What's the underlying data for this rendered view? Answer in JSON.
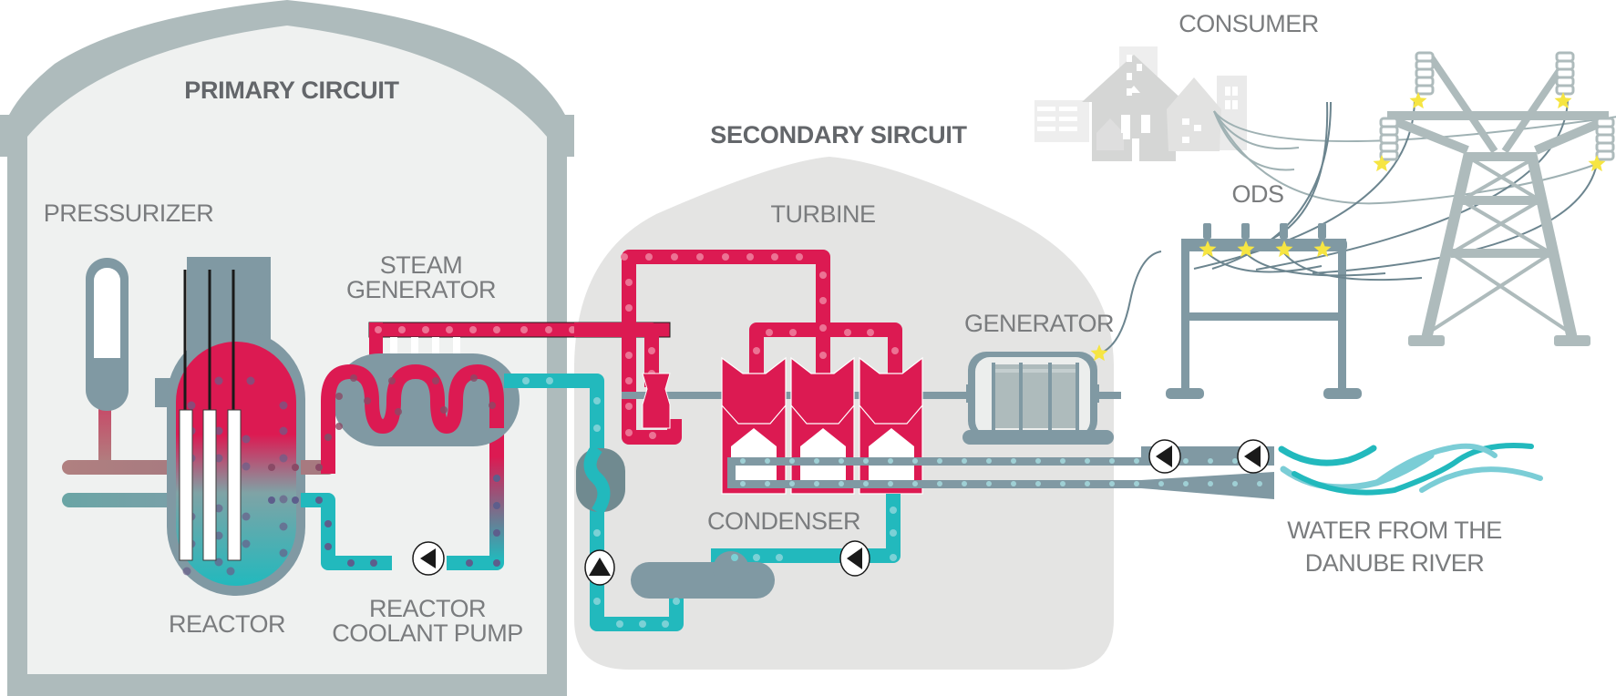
{
  "diagram": {
    "title_primary": "PRIMARY CIRCUIT",
    "title_secondary": "SECONDARY SIRCUIT",
    "labels": {
      "pressurizer": "PRESSURIZER",
      "reactor": "REACTOR",
      "steam_generator_1": "STEAM",
      "steam_generator_2": "GENERATOR",
      "reactor_coolant_pump_1": "REACTOR",
      "reactor_coolant_pump_2": "COOLANT PUMP",
      "turbine": "TURBINE",
      "generator": "GENERATOR",
      "condenser": "CONDENSER",
      "consumer": "CONSUMER",
      "ods": "ODS",
      "water_1": "WATER FROM THE",
      "water_2": "DANUBE RIVER"
    },
    "icons": {
      "pump": "pump-arrow-icon",
      "connection": "star-icon",
      "water": "waves-icon"
    },
    "colors": {
      "hot": "#dc1a52",
      "cold": "#22b9bd",
      "steel": "#8099a3",
      "wall": "#aebbbc",
      "star": "#f6e542",
      "label": "#7a7c7e",
      "title": "#63666a"
    }
  }
}
